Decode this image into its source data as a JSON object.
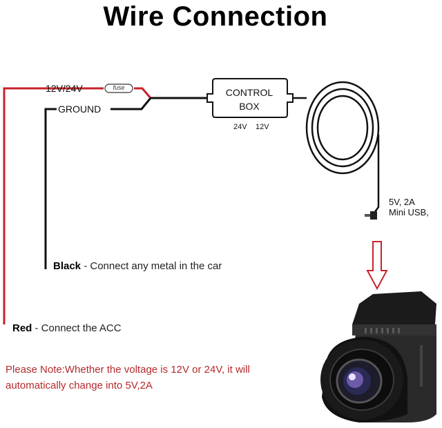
{
  "title": "Wire Connection",
  "wires": {
    "power_label": "12V/24V",
    "fuse_label": "fuse",
    "ground_label": "GROUND"
  },
  "control_box": {
    "line1": "CONTROL",
    "line2": "BOX",
    "voltage_24": "24V",
    "voltage_12": "12V"
  },
  "usb": {
    "line1": "5V, 2A",
    "line2": "Mini USB,"
  },
  "black_wire": {
    "name": "Black",
    "description": " - Connect any metal in the car"
  },
  "red_wire": {
    "name": "Red",
    "description": " - Connect the ACC"
  },
  "note": "Please Note:Whether the voltage is 12V or 24V, it will automatically change into 5V,2A",
  "colors": {
    "red_wire": "#c8222a",
    "black_wire": "#111111",
    "note_text": "#b5292c",
    "arrow": "#c8222a"
  }
}
